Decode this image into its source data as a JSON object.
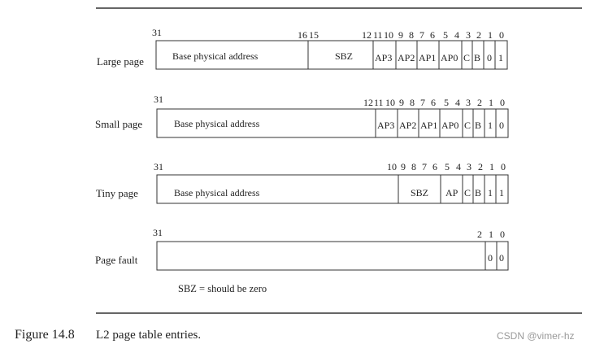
{
  "rows": [
    {
      "label": "Large page",
      "bit_numbers": [
        "31",
        "16",
        "15",
        "12",
        "11",
        "10",
        "9",
        "8",
        "7",
        "6",
        "5",
        "4",
        "3",
        "2",
        "1",
        "0"
      ],
      "fields": [
        "Base physical address",
        "SBZ",
        "AP3",
        "AP2",
        "AP1",
        "AP0",
        "C",
        "B",
        "0",
        "1"
      ]
    },
    {
      "label": "Small page",
      "bit_numbers": [
        "31",
        "12",
        "11",
        "10",
        "9",
        "8",
        "7",
        "6",
        "5",
        "4",
        "3",
        "2",
        "1",
        "0"
      ],
      "fields": [
        "Base physical address",
        "AP3",
        "AP2",
        "AP1",
        "AP0",
        "C",
        "B",
        "1",
        "0"
      ]
    },
    {
      "label": "Tiny page",
      "bit_numbers": [
        "31",
        "10",
        "9",
        "8",
        "7",
        "6",
        "5",
        "4",
        "3",
        "2",
        "1",
        "0"
      ],
      "fields": [
        "Base physical address",
        "SBZ",
        "AP",
        "C",
        "B",
        "1",
        "1"
      ]
    },
    {
      "label": "Page fault",
      "bit_numbers": [
        "31",
        "2",
        "1",
        "0"
      ],
      "fields": [
        "0",
        "0"
      ]
    }
  ],
  "note": "SBZ = should be zero",
  "caption": {
    "figure_label": "Figure 14.8",
    "text": "L2 page table entries."
  },
  "watermark": "CSDN @vimer-hz"
}
